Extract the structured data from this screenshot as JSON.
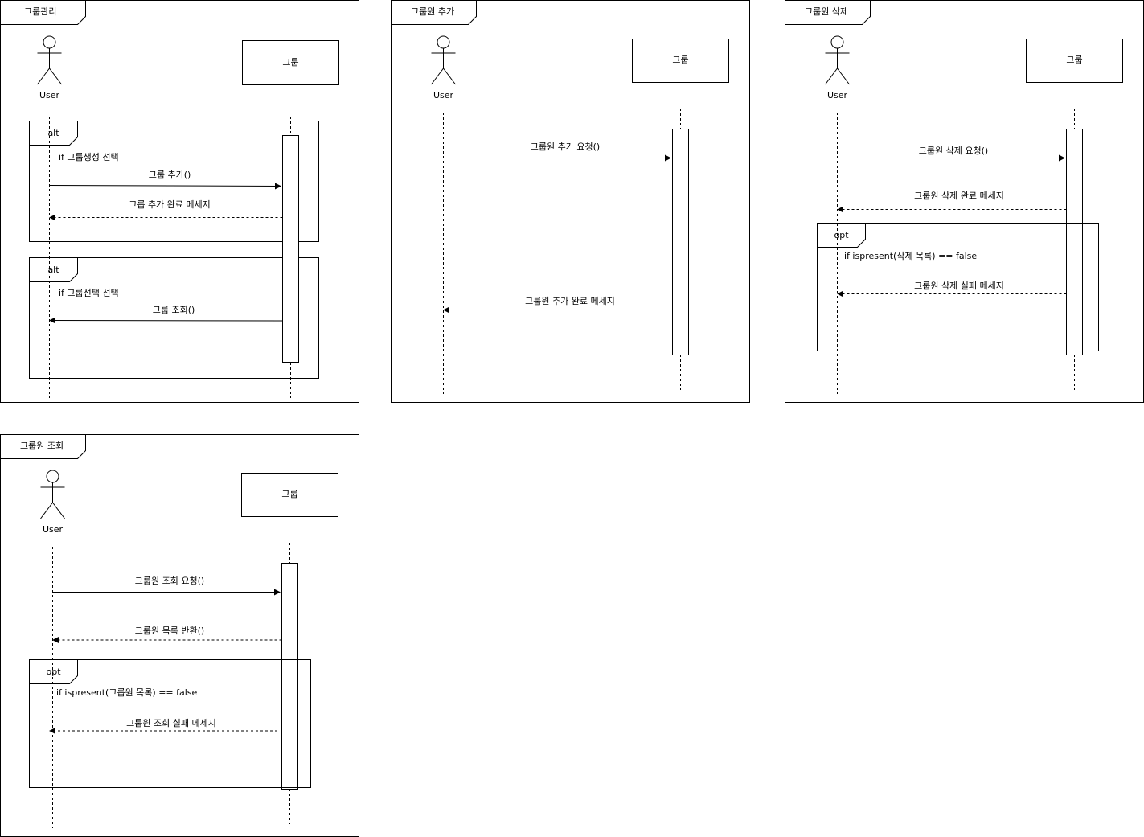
{
  "colors": {
    "line": "#000000",
    "fill": "#ffffff"
  },
  "diagrams": [
    {
      "title": "그룹관리",
      "actor": {
        "label": "User",
        "icon": "stick-figure-icon"
      },
      "participant": "그룹",
      "fragments": [
        {
          "kind": "alt",
          "guard": "if 그룹생성 선택"
        },
        {
          "kind": "alt",
          "guard": "if 그룹선택 선택"
        }
      ],
      "messages": [
        {
          "label": "그룹 추가()",
          "direction": "to-participant",
          "style": "solid"
        },
        {
          "label": "그룹 추가 완료 메세지",
          "direction": "to-actor",
          "style": "dashed"
        },
        {
          "label": "그룹 조회()",
          "direction": "to-actor",
          "style": "solid"
        }
      ]
    },
    {
      "title": "그룹원 추가",
      "actor": {
        "label": "User",
        "icon": "stick-figure-icon"
      },
      "participant": "그룹",
      "fragments": [],
      "messages": [
        {
          "label": "그룹원 추가 요청()",
          "direction": "to-participant",
          "style": "solid"
        },
        {
          "label": "그룹원 추가 완료 메세지",
          "direction": "to-actor",
          "style": "dashed"
        }
      ]
    },
    {
      "title": "그룹원 삭제",
      "actor": {
        "label": "User",
        "icon": "stick-figure-icon"
      },
      "participant": "그룹",
      "fragments": [
        {
          "kind": "opt",
          "guard": "if  ispresent(삭제 목록) == false"
        }
      ],
      "messages": [
        {
          "label": "그룹원 삭제 요청()",
          "direction": "to-participant",
          "style": "solid"
        },
        {
          "label": "그룹원 삭제 완료 메세지",
          "direction": "to-actor",
          "style": "dashed"
        },
        {
          "label": "그룹원 삭제 실패 메세지",
          "direction": "to-actor",
          "style": "dashed"
        }
      ]
    },
    {
      "title": "그룹원 조회",
      "actor": {
        "label": "User",
        "icon": "stick-figure-icon"
      },
      "participant": "그룹",
      "fragments": [
        {
          "kind": "opt",
          "guard": "if  ispresent(그룹원 목록) == false"
        }
      ],
      "messages": [
        {
          "label": "그룹원 조회 요청()",
          "direction": "to-participant",
          "style": "solid"
        },
        {
          "label": "그룹원 목록 반환()",
          "direction": "to-actor",
          "style": "dashed"
        },
        {
          "label": "그룹원 조회 실패 메세지",
          "direction": "to-actor",
          "style": "dashed"
        }
      ]
    }
  ]
}
